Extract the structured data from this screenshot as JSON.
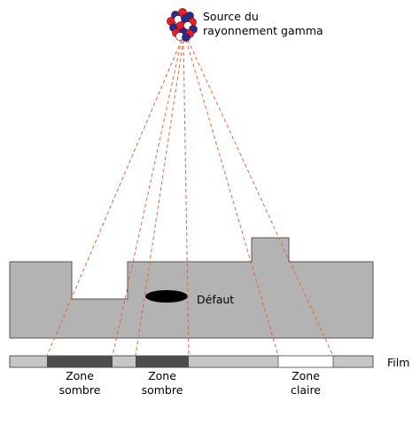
{
  "source": {
    "line1": "Source du",
    "line2": "rayonnement gamma",
    "colors": {
      "blue": "#1f2e8f",
      "red": "#e5202a",
      "white": "#ffffff"
    }
  },
  "object": {
    "fill": "#b3b3b3",
    "stroke": "#555555"
  },
  "defect": {
    "label": "Défaut",
    "fill": "#000000"
  },
  "film": {
    "label": "Film",
    "base_fill": "#c6c6c6",
    "dark_fill": "#4d4d4d",
    "light_fill": "#ffffff"
  },
  "zones": [
    {
      "line1": "Zone",
      "line2": "sombre"
    },
    {
      "line1": "Zone",
      "line2": "sombre"
    },
    {
      "line1": "Zone",
      "line2": "claire"
    }
  ],
  "rays": {
    "color": "#e8663a"
  }
}
